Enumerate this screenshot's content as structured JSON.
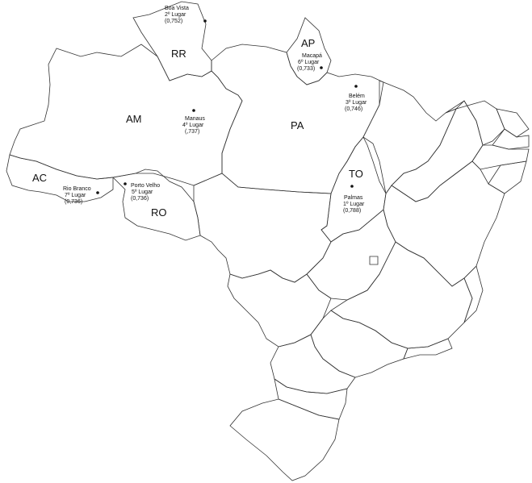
{
  "colors": {
    "ranked_state_fill": "#24a141",
    "highlight_state_fill": "#b8e32c",
    "other_state_fill": "#ffffff",
    "border": "#333333"
  },
  "states": {
    "RR": {
      "code": "RR",
      "city": "Boa Vista",
      "rank": "2º Lugar",
      "value": "(0,752)"
    },
    "AP": {
      "code": "AP",
      "city": "Macapá",
      "rank": "6º Lugar",
      "value": "(0,733)"
    },
    "AM": {
      "code": "AM",
      "city": "Manaus",
      "rank": "4º Lugar",
      "value": "(,737)"
    },
    "PA": {
      "code": "PA",
      "city": "Belém",
      "rank": "3º Lugar",
      "value": "(0,746)"
    },
    "AC": {
      "code": "AC",
      "city": "Rio Branco",
      "rank": "7º Lugar",
      "value": "(0,736)"
    },
    "RO": {
      "code": "RO",
      "city": "Porto Velho",
      "rank": "5º Lugar",
      "value": "(0,736)"
    },
    "TO": {
      "code": "TO",
      "city": "Palmas",
      "rank": "1º Lugar",
      "value": "(0,788)"
    }
  }
}
